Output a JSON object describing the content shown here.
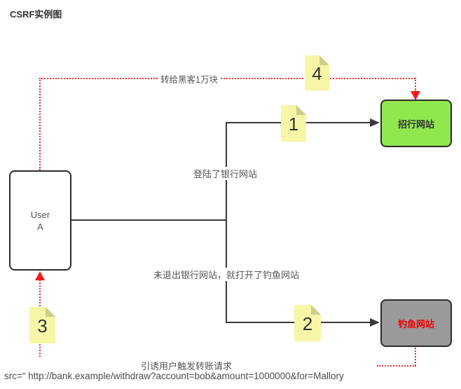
{
  "title": "CSRF实例图",
  "nodes": {
    "user": {
      "line1": "User",
      "line2": "A"
    },
    "bank": {
      "label": "招行网站"
    },
    "phish": {
      "label": "钓鱼网站"
    }
  },
  "notes": [
    {
      "num": "1"
    },
    {
      "num": "2"
    },
    {
      "num": "3"
    },
    {
      "num": "4"
    }
  ],
  "labels": {
    "transfer": "转给黑客1万块",
    "login": "登陆了银行网站",
    "not_logout": "未退出银行网站，就打开了钓鱼网站",
    "lure": "引诱用户触发转账请求",
    "url": "src=“ http://bank.example/withdraw?account=bob&amount=1000000&for=Mallory"
  },
  "colors": {
    "connector_line": "#3a3a3a",
    "dotted_red": "#e03030",
    "arrow_red": "#fb1717",
    "note_fill": "#f6f6a6",
    "note_fold": "#cdcd8b",
    "bank_fill": "#90e74e",
    "phish_fill": "#9a9a9a",
    "phish_text": "#f20000",
    "label_text": "#555555"
  }
}
